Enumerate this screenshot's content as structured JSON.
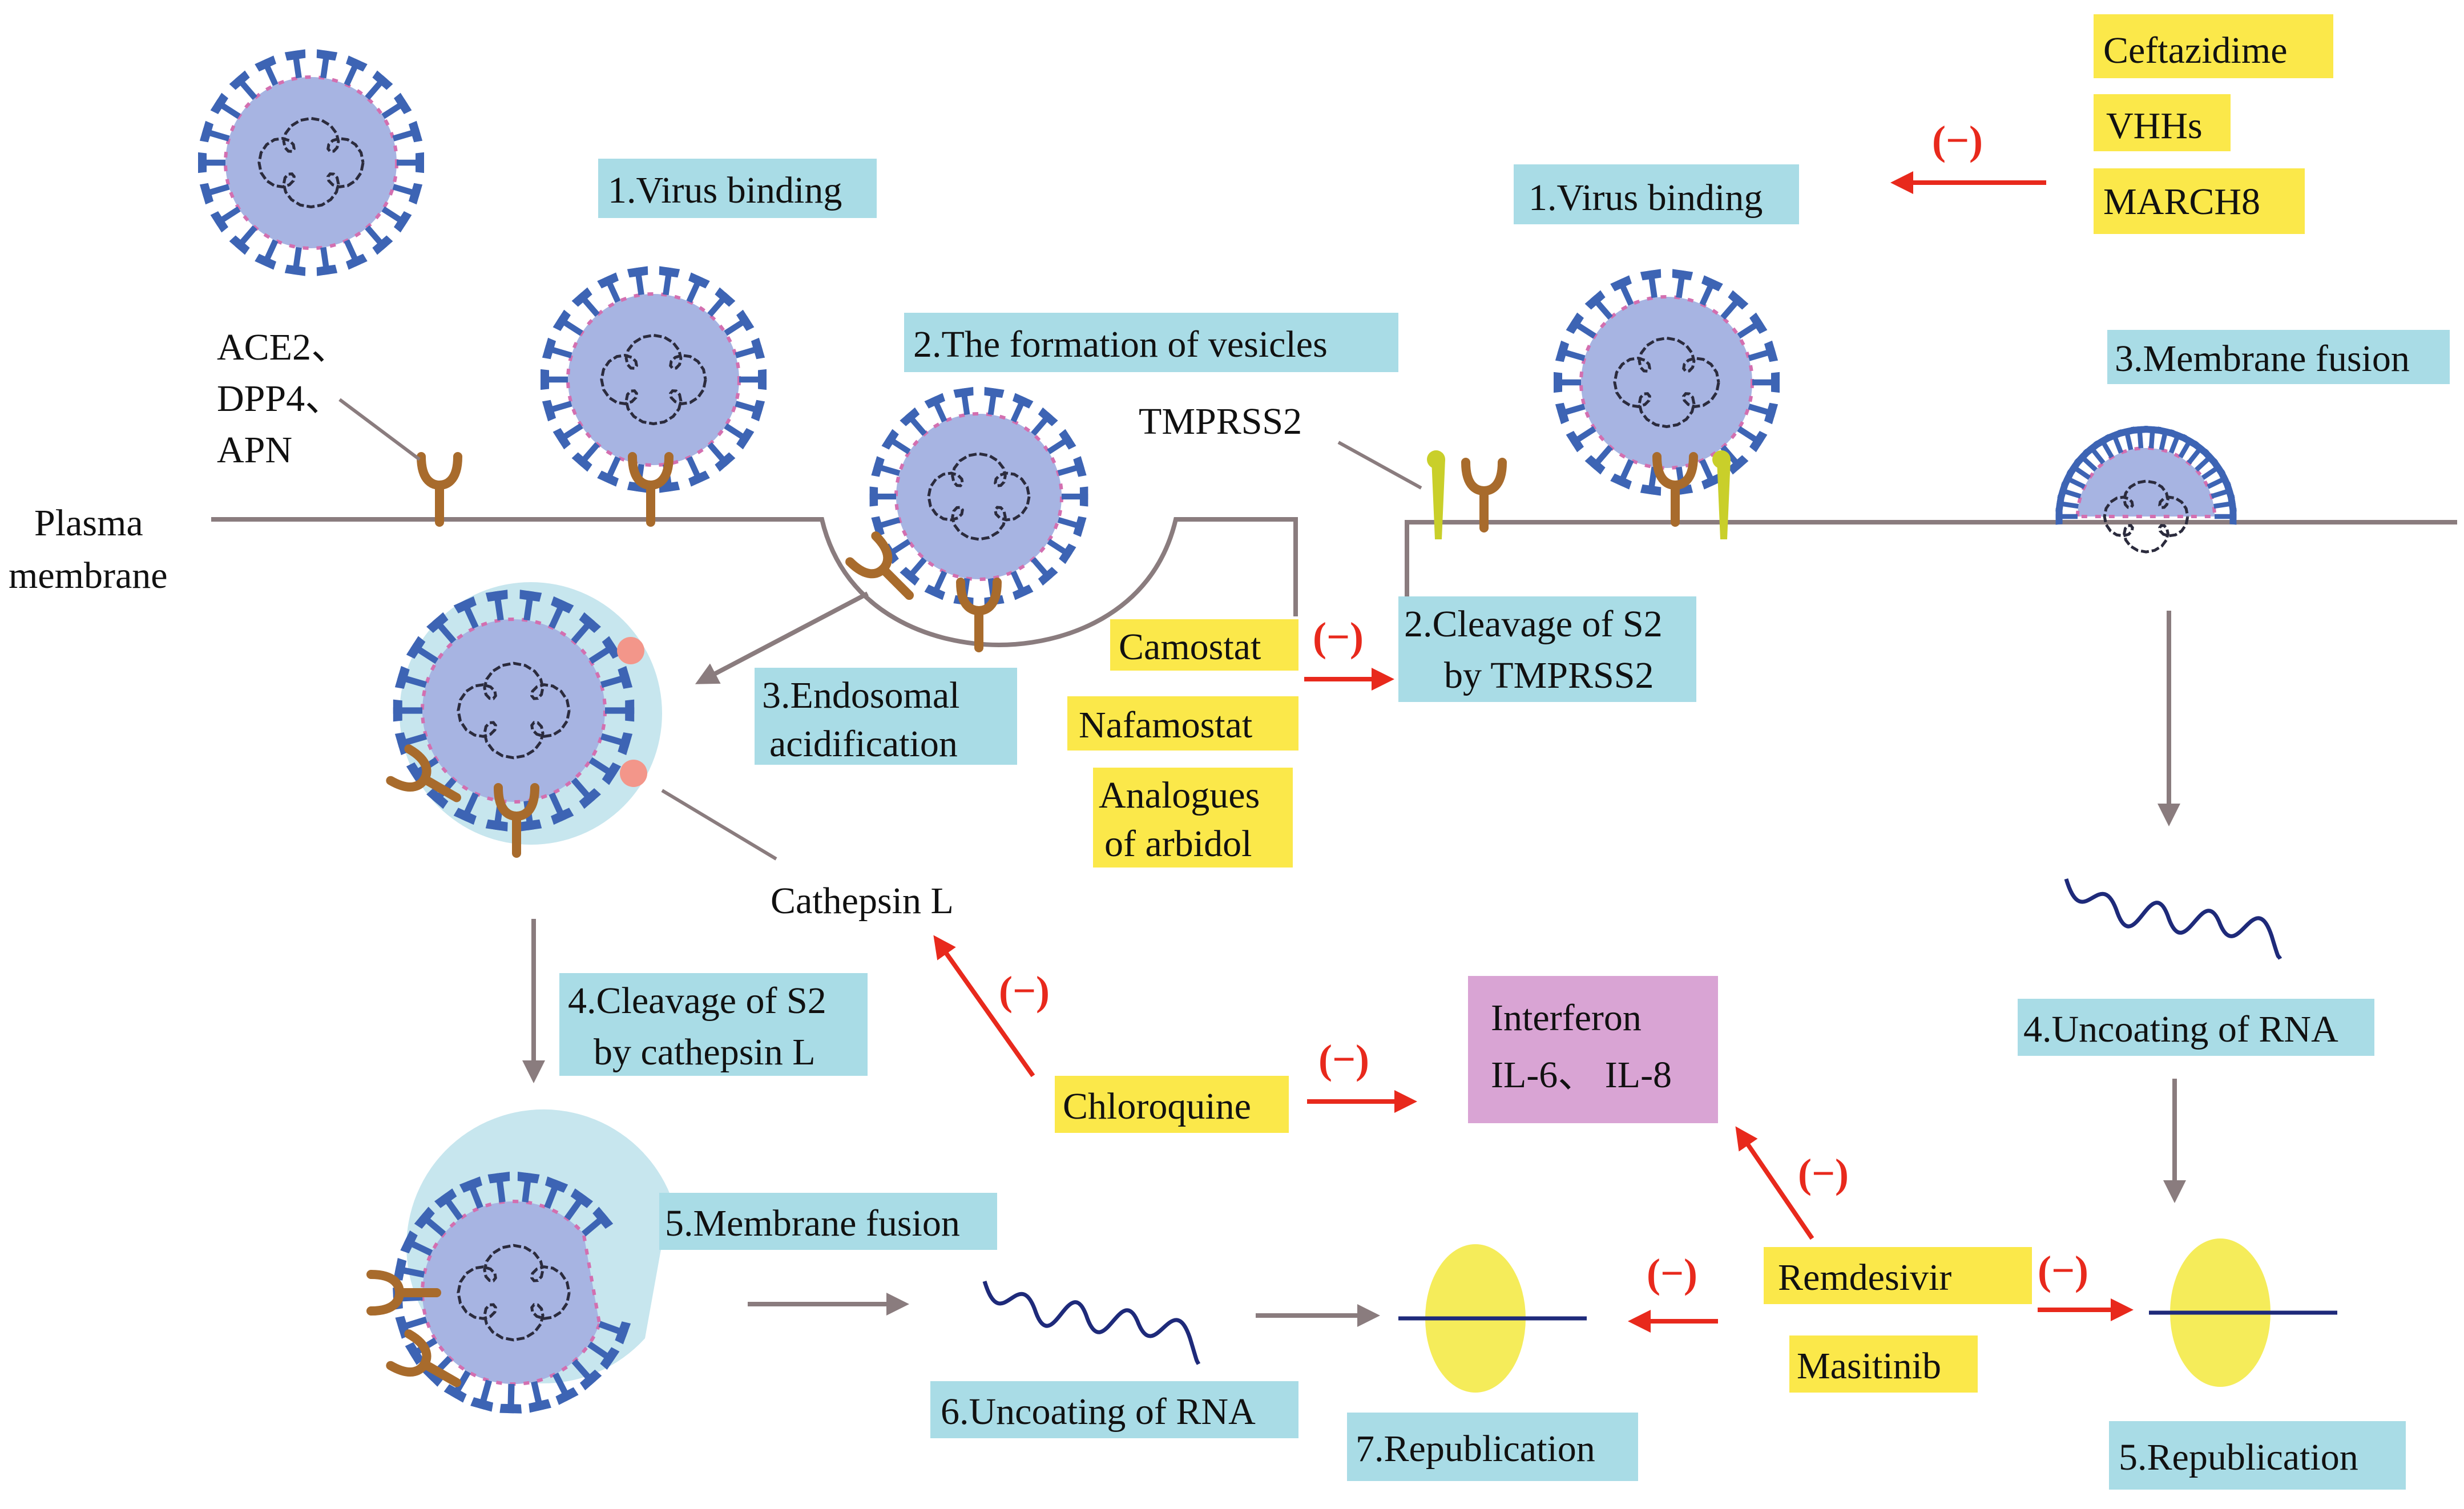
{
  "colors": {
    "step_box": "#a9dce6",
    "drug_box": "#fbe84a",
    "cytokine_box": "#d9a4d4",
    "inhibit_arrow": "#e8291c",
    "flow_arrow": "#8a7c7e",
    "membrane": "#8a7c7e",
    "receptor": "#a86b2c",
    "tmprss2": "#c9cf2a",
    "virus_body": "#a7b4e2",
    "spike": "#3d64b4",
    "rna": "#1e2a7a",
    "ribosome": "#f5ec5a",
    "endosome": "#c7e6ee",
    "cathepsin_dot": "#f3968a"
  },
  "labels": {
    "ace2": "ACE2、",
    "dpp4": "DPP4、",
    "apn": "APN",
    "plasma": "Plasma",
    "membrane": "membrane",
    "tmprss2": "TMPRSS2",
    "cathepsin": "Cathepsin L"
  },
  "inhibit_sign": "(−)",
  "endocytic_pathway": {
    "step1": "1.Virus binding",
    "step2": "2.The formation of vesicles",
    "step3_line1": "3.Endosomal",
    "step3_line2": "acidification",
    "step4_line1": "4.Cleavage of S2",
    "step4_line2": "by cathepsin L",
    "step5": "5.Membrane fusion",
    "step6": "6.Uncoating of RNA",
    "step7": "7.Republication"
  },
  "surface_pathway": {
    "step1": "1.Virus binding",
    "step2_line1": "2.Cleavage of S2",
    "step2_line2": "by TMPRSS2",
    "step3": "3.Membrane fusion",
    "step4": "4.Uncoating of RNA",
    "step5": "5.Republication"
  },
  "drugs": {
    "ceftazidime": "Ceftazidime",
    "vhhs": "VHHs",
    "march8": "MARCH8",
    "camostat": "Camostat",
    "nafamostat": "Nafamostat",
    "arbidol_line1": "Analogues",
    "arbidol_line2": "of arbidol",
    "chloroquine": "Chloroquine",
    "remdesivir": "Remdesivir",
    "masitinib": "Masitinib"
  },
  "cytokines": {
    "line1": "Interferon",
    "line2": "IL-6、 IL-8"
  }
}
